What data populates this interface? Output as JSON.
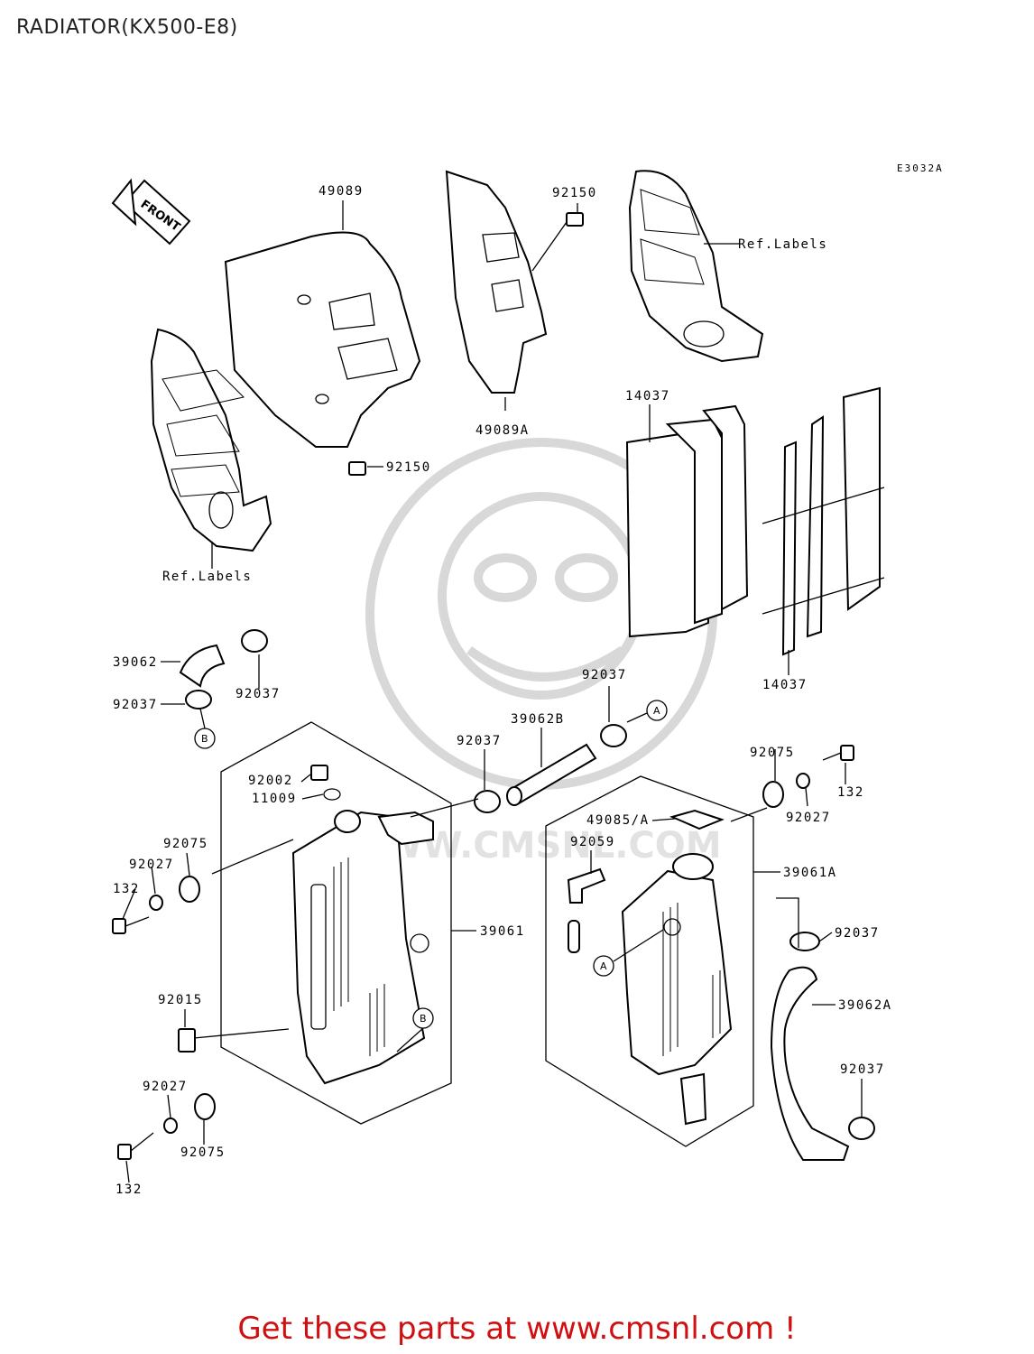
{
  "title": "RADIATOR(KX500-E8)",
  "diagram_code": "E3032A",
  "front_label": "FRONT",
  "watermark_text": "WWW.CMSNL.COM",
  "promo_text": "Get these parts at www.cmsnl.com !",
  "colors": {
    "promo": "#d01010",
    "line": "#000000",
    "watermark": "#d8d8d8"
  },
  "callouts": {
    "c1": "49089",
    "c2": "92150",
    "c3": "Ref.Labels",
    "c4": "92150",
    "c5": "49089A",
    "c6": "14037",
    "c7": "Ref.Labels",
    "c8": "14037",
    "c9": "39062",
    "c10": "92037",
    "c11": "92037",
    "c12": "92037",
    "c13": "39062B",
    "c14": "92037",
    "c15": "92002",
    "c16": "11009",
    "c17": "92075",
    "c18": "132",
    "c19": "92027",
    "c20": "49085/A",
    "c21": "92059",
    "c22": "39061A",
    "c23": "92075",
    "c24": "92027",
    "c25": "132",
    "c26": "39061",
    "c27": "92037",
    "c28": "92015",
    "c29": "39062A",
    "c30": "92037",
    "c31": "92027",
    "c32": "92075",
    "c33": "132"
  },
  "refs": {
    "a1": "A",
    "a2": "A",
    "b1": "B",
    "b2": "B"
  }
}
